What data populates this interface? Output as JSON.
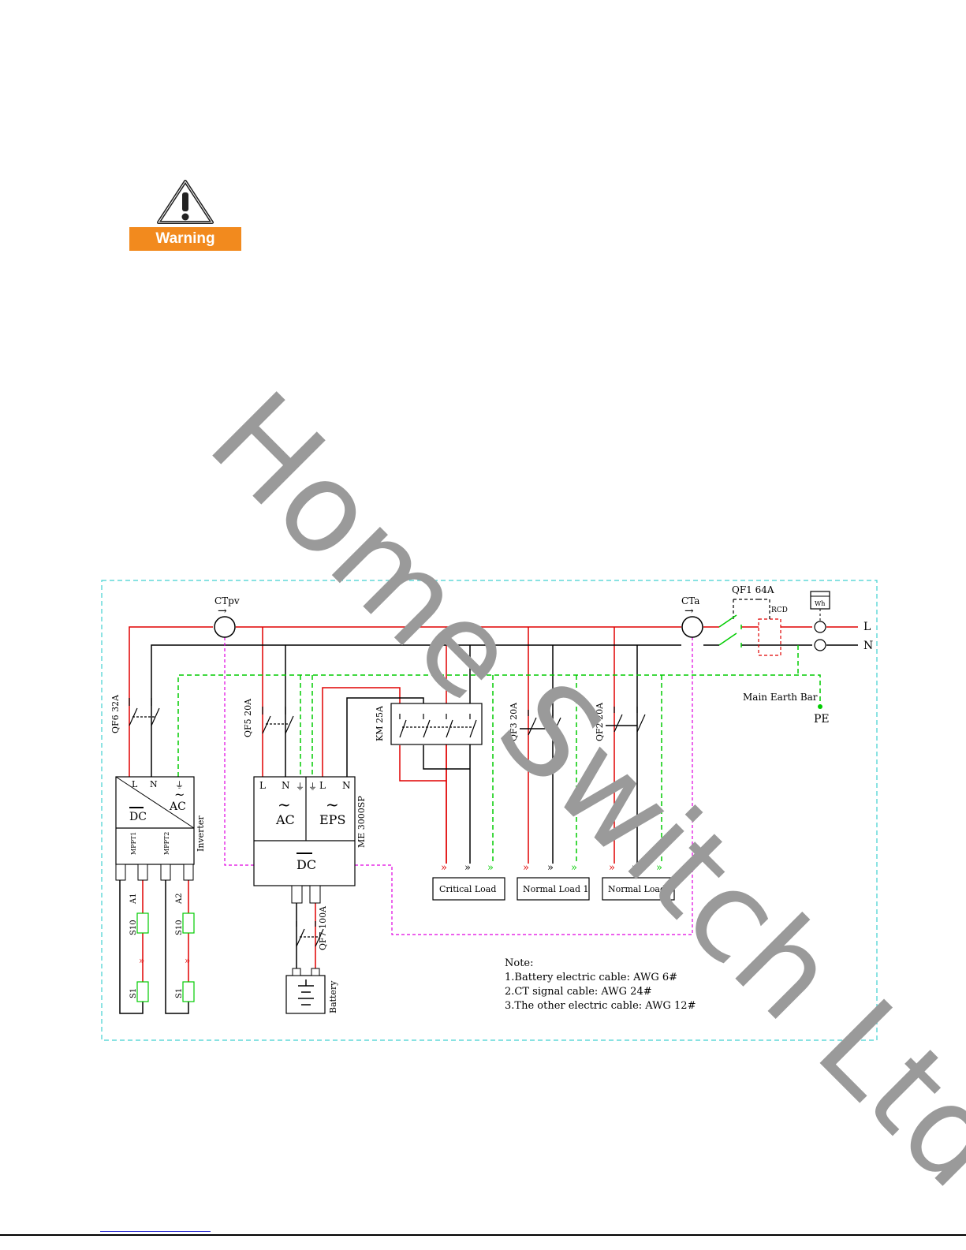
{
  "warning": {
    "label": "Warning"
  },
  "watermark": "Home Switch Ltd",
  "diagram": {
    "ct_pv": "CTpv",
    "ct_a": "CTa",
    "qf1": "QF1 64A",
    "rcd": "RCD",
    "meter": "Wh",
    "line_l": "L",
    "line_n": "N",
    "main_earth_bar": "Main Earth Bar",
    "pe": "PE",
    "qf6": "QF6 32A",
    "qf5": "QF5 20A",
    "km": "KM 25A",
    "qf3": "QF3 20A",
    "qf2": "QF2 20A",
    "qf7": "QF7 100A",
    "inverter": "Inverter",
    "inv_dc": "DC",
    "inv_ac": "AC",
    "inv_l": "L",
    "inv_n": "N",
    "mppt1": "MPPT1",
    "mppt2": "MPPT2",
    "a1": "A1",
    "a2": "A2",
    "s10a": "S10",
    "s10b": "S10",
    "s1a": "S1",
    "s1b": "S1",
    "me_model": "ME 3000SP",
    "me_l": "L",
    "me_n": "N",
    "me_l2": "L",
    "me_n2": "N",
    "me_ac": "AC",
    "me_eps": "EPS",
    "me_dc": "DC",
    "battery": "Battery",
    "critical_load": "Critical Load",
    "normal_load_1": "Normal Load 1",
    "normal_load_2": "Normal Load 2",
    "note_title": "Note:",
    "note_1": "1.Battery electric cable: AWG 6#",
    "note_2": "2.CT signal cable: AWG 24#",
    "note_3": "3.The other electric cable: AWG 12#"
  },
  "colors": {
    "live": "#e00000",
    "neutral": "#000000",
    "earth": "#00cc00",
    "ct": "#e000e0",
    "border": "#40d0d0",
    "warning": "#f28a1e"
  }
}
